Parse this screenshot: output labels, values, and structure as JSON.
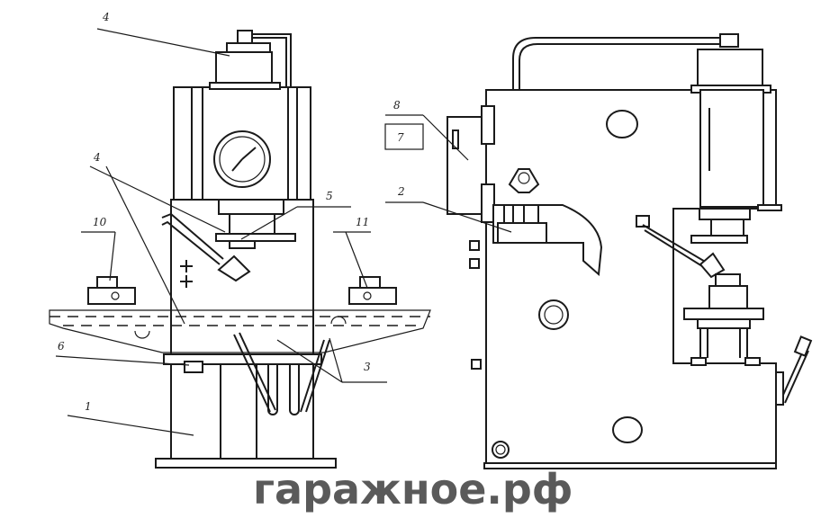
{
  "labels": {
    "l4": "4",
    "l4b": "4",
    "l5": "5",
    "l10": "10",
    "l11": "11",
    "l6": "6",
    "l1": "1",
    "l3": "3",
    "l8": "8",
    "l7": "7",
    "l2": "2"
  },
  "watermark": "гаражное.рф"
}
